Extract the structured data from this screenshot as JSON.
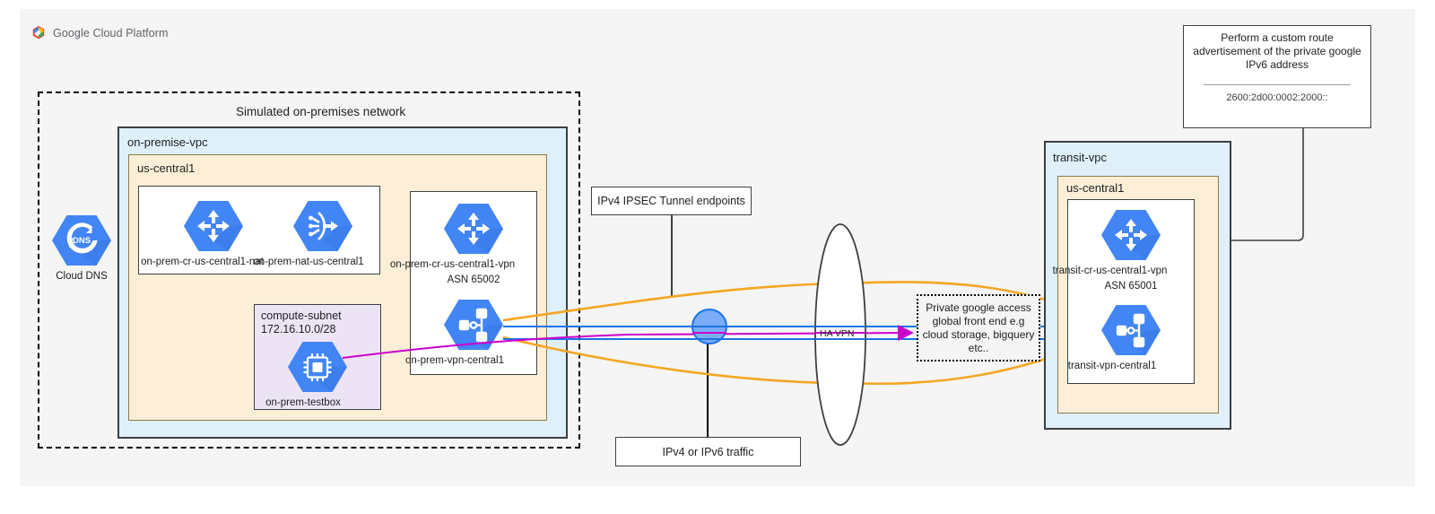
{
  "header": {
    "product": "Google Cloud Platform",
    "logo_icon": "google-cloud-logo"
  },
  "onprem": {
    "title": "Simulated on-premises network",
    "vpc_label": "on-premise-vpc",
    "region_label": "us-central1",
    "dns": {
      "label": "Cloud DNS",
      "icon": "cloud-dns-icon"
    },
    "routers": [
      {
        "label": "on-prem-cr-us-central1-nat",
        "icon": "cloud-router-icon"
      },
      {
        "label": "on-prem-nat-us-central1",
        "icon": "cloud-nat-icon"
      }
    ],
    "vpn_router": {
      "label": "on-prem-cr-us-central1-vpn",
      "asn": "ASN 65002",
      "icon": "cloud-router-icon"
    },
    "vpn_gateway": {
      "label": "on-prem-vpn-central1",
      "icon": "vpn-gateway-icon"
    },
    "subnet": {
      "name": "compute-subnet",
      "cidr": "172.16.10.0/28",
      "vm": {
        "label": "on-prem-testbox",
        "icon": "compute-engine-icon"
      }
    }
  },
  "annotations": {
    "ipsec": "IPv4 IPSEC Tunnel endpoints",
    "traffic": "IPv4 or IPv6 traffic",
    "ha_vpn": "HA VPN",
    "private_google_access": "Private google access global front end e.g cloud storage, bigquery etc..",
    "custom_route": {
      "text": "Perform a custom route advertisement of the private google IPv6 address",
      "address": "2600:2d00:0002:2000::"
    }
  },
  "transit": {
    "vpc_label": "transit-vpc",
    "region_label": "us-central1",
    "vpn_router": {
      "label": "transit-cr-us-central1-vpn",
      "asn": "ASN 65001",
      "icon": "cloud-router-icon"
    },
    "vpn_gateway": {
      "label": "transit-vpn-central1",
      "icon": "vpn-gateway-icon"
    }
  },
  "colors": {
    "gcp_blue": "#4285f4",
    "tunnel_orange": "#f5a623",
    "bgp_blue": "#1a73e8",
    "ipv6_magenta": "#cc00cc",
    "vpc_fill": "#dff0fb",
    "region_fill": "#fdefd7",
    "subnet_fill": "#ece4f5",
    "page_bg": "#f5f5f5"
  }
}
